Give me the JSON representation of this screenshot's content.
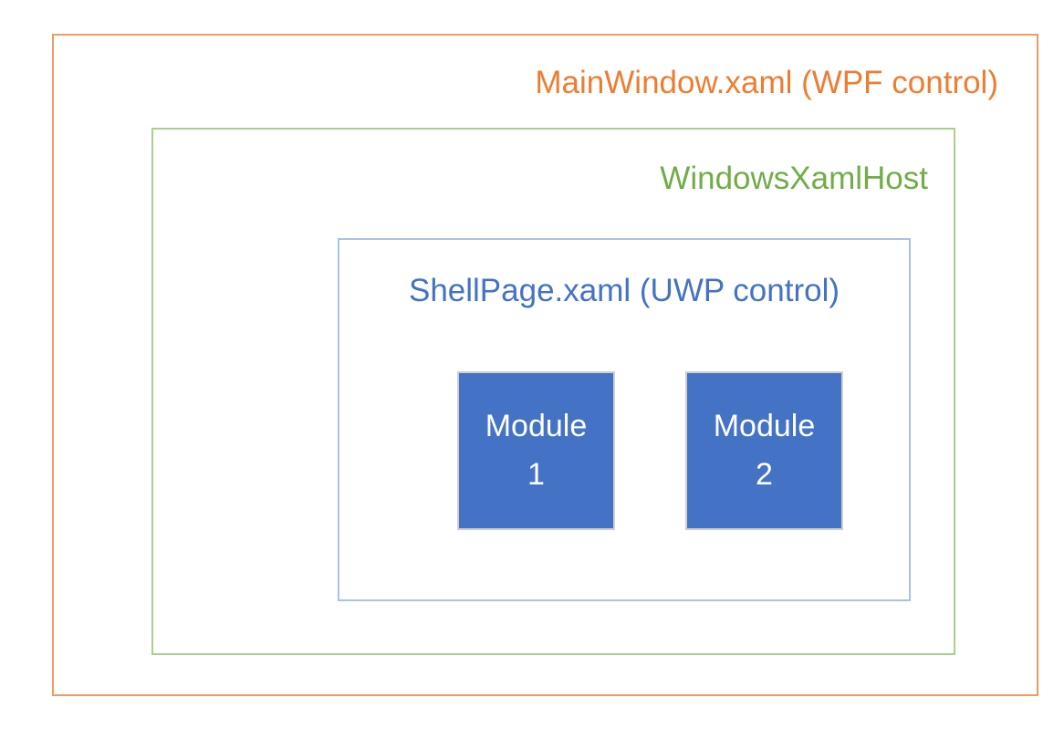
{
  "diagram": {
    "background_color": "#ffffff",
    "outer_box": {
      "label": "MainWindow.xaml (WPF control)",
      "text_color": "#ed7d31",
      "border_color": "#ee9c63"
    },
    "host_box": {
      "label": "WindowsXamlHost",
      "text_color": "#70ad47",
      "border_color": "#a8d08d"
    },
    "uwp_box": {
      "label": "ShellPage.xaml (UWP control)",
      "text_color": "#4472c4",
      "border_color": "#a9c2e5"
    },
    "modules": [
      {
        "label": "Module 1",
        "line1": "Module",
        "line2": "1",
        "fill_color": "#4472c4",
        "border_color": "#d0cece",
        "text_color": "#ffffff"
      },
      {
        "label": "Module 2",
        "line1": "Module",
        "line2": "2",
        "fill_color": "#4472c4",
        "border_color": "#d0cece",
        "text_color": "#ffffff"
      }
    ]
  }
}
